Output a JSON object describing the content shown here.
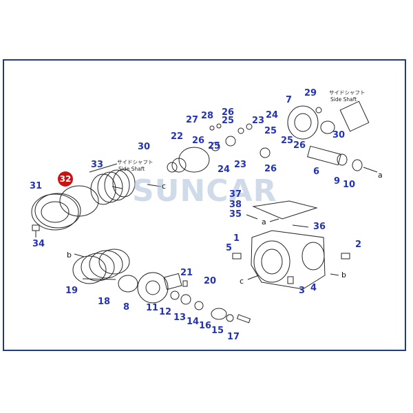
{
  "watermark": "SUNCAR",
  "highlight_label": "32",
  "side_shaft_upper": {
    "jp": "サイドシャフト",
    "en": "Side Shaft"
  },
  "side_shaft_left": {
    "jp": "サイドシャフト",
    "en": "Side Shaft"
  },
  "labels": {
    "l1": "1",
    "l2": "2",
    "l3": "3",
    "l4": "4",
    "l5": "5",
    "l6": "6",
    "l7": "7",
    "l8": "8",
    "l9": "9",
    "l10": "10",
    "l11": "11",
    "l12": "12",
    "l13": "13",
    "l14": "14",
    "l15": "15",
    "l16": "16",
    "l17": "17",
    "l18": "18",
    "l19": "19",
    "l20": "20",
    "l21": "21",
    "l22": "22",
    "l23a": "23",
    "l23b": "23",
    "l24a": "24",
    "l24b": "24",
    "l25a": "25",
    "l25b": "25",
    "l25c": "25",
    "l25d": "25",
    "l26a": "26",
    "l26b": "26",
    "l26c": "26",
    "l26d": "26",
    "l27": "27",
    "l28": "28",
    "l29": "29",
    "l30a": "30",
    "l30b": "30",
    "l31": "31",
    "l33": "33",
    "l34": "34",
    "l35": "35",
    "l36": "36",
    "l37": "37",
    "l38": "38"
  },
  "letters": {
    "a1": "a",
    "a2": "a",
    "b1": "b",
    "b2": "b",
    "c1": "c",
    "c2": "c"
  }
}
